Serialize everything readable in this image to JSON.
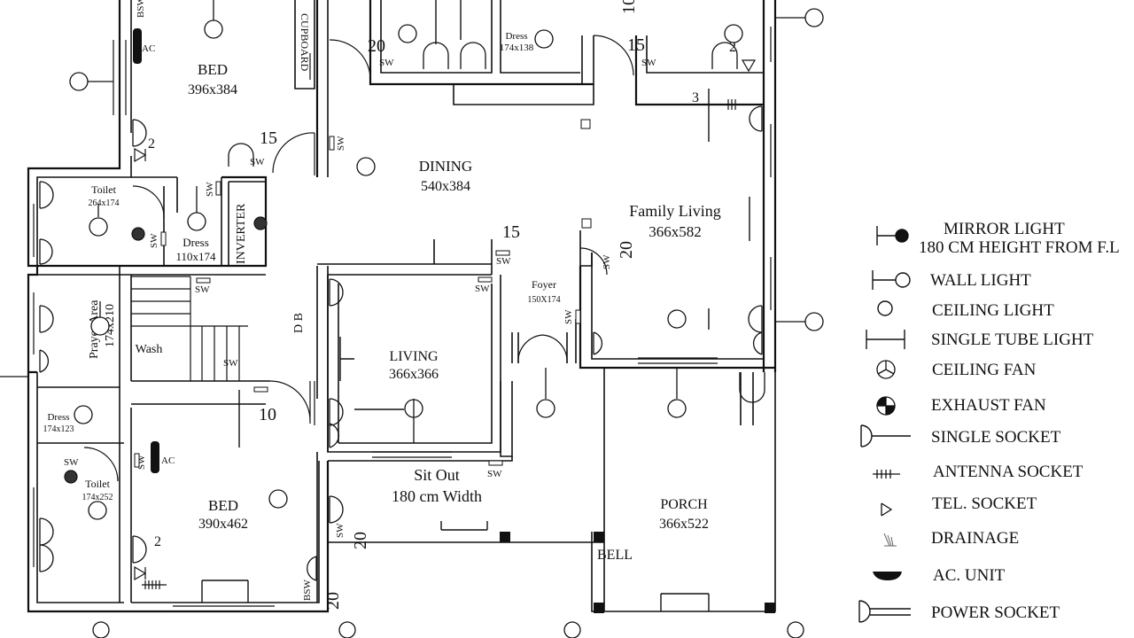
{
  "rooms": {
    "bed_top": {
      "name": "BED",
      "size": "396x384"
    },
    "dining": {
      "name": "DINING",
      "size": "540x384"
    },
    "family_living": {
      "name": "Family Living",
      "size": "366x582"
    },
    "toilet_top": {
      "name": "Toilet",
      "size": "264x174"
    },
    "dress_mid": {
      "name": "Dress",
      "size": "110x174"
    },
    "dress_top": {
      "name": "Dress",
      "size": "174x138"
    },
    "inverter": "INVERTER",
    "cupboard": "CUPBOARD",
    "prayer_area": {
      "name": "Prayer Area",
      "size": "174x210"
    },
    "wash": "Wash",
    "db": "D B",
    "foyer": {
      "name": "Foyer",
      "size": "150X174"
    },
    "living": {
      "name": "LIVING",
      "size": "366x366"
    },
    "dress_bottom": {
      "name": "Dress",
      "size": "174x123"
    },
    "toilet_bottom": {
      "name": "Toilet",
      "size": "174x252"
    },
    "bed_bottom": {
      "name": "BED",
      "size": "390x462"
    },
    "sit_out": {
      "name": "Sit Out",
      "size": "180 cm Width"
    },
    "porch": {
      "name": "PORCH",
      "size": "366x522"
    },
    "bell": "BELL"
  },
  "switch_labels": {
    "sw": "SW",
    "bsw": "BSW",
    "ac": "AC"
  },
  "numbers": {
    "n15": "15",
    "n20": "20",
    "n10": "10",
    "n2": "2",
    "n3": "3"
  },
  "legend": [
    {
      "icon": "mirror-light-icon",
      "label": "MIRROR LIGHT",
      "sub": "180 CM HEIGHT FROM F.L"
    },
    {
      "icon": "wall-light-icon",
      "label": "WALL LIGHT"
    },
    {
      "icon": "ceiling-light-icon",
      "label": "CEILING LIGHT"
    },
    {
      "icon": "single-tube-light-icon",
      "label": "SINGLE TUBE LIGHT"
    },
    {
      "icon": "ceiling-fan-icon",
      "label": "CEILING FAN"
    },
    {
      "icon": "exhaust-fan-icon",
      "label": "EXHAUST FAN"
    },
    {
      "icon": "single-socket-icon",
      "label": "SINGLE SOCKET"
    },
    {
      "icon": "antenna-socket-icon",
      "label": "ANTENNA SOCKET"
    },
    {
      "icon": "tel-socket-icon",
      "label": "TEL. SOCKET"
    },
    {
      "icon": "drainage-icon",
      "label": "DRAINAGE"
    },
    {
      "icon": "ac-unit-icon",
      "label": "AC. UNIT"
    },
    {
      "icon": "power-socket-icon",
      "label": "POWER SOCKET"
    }
  ]
}
